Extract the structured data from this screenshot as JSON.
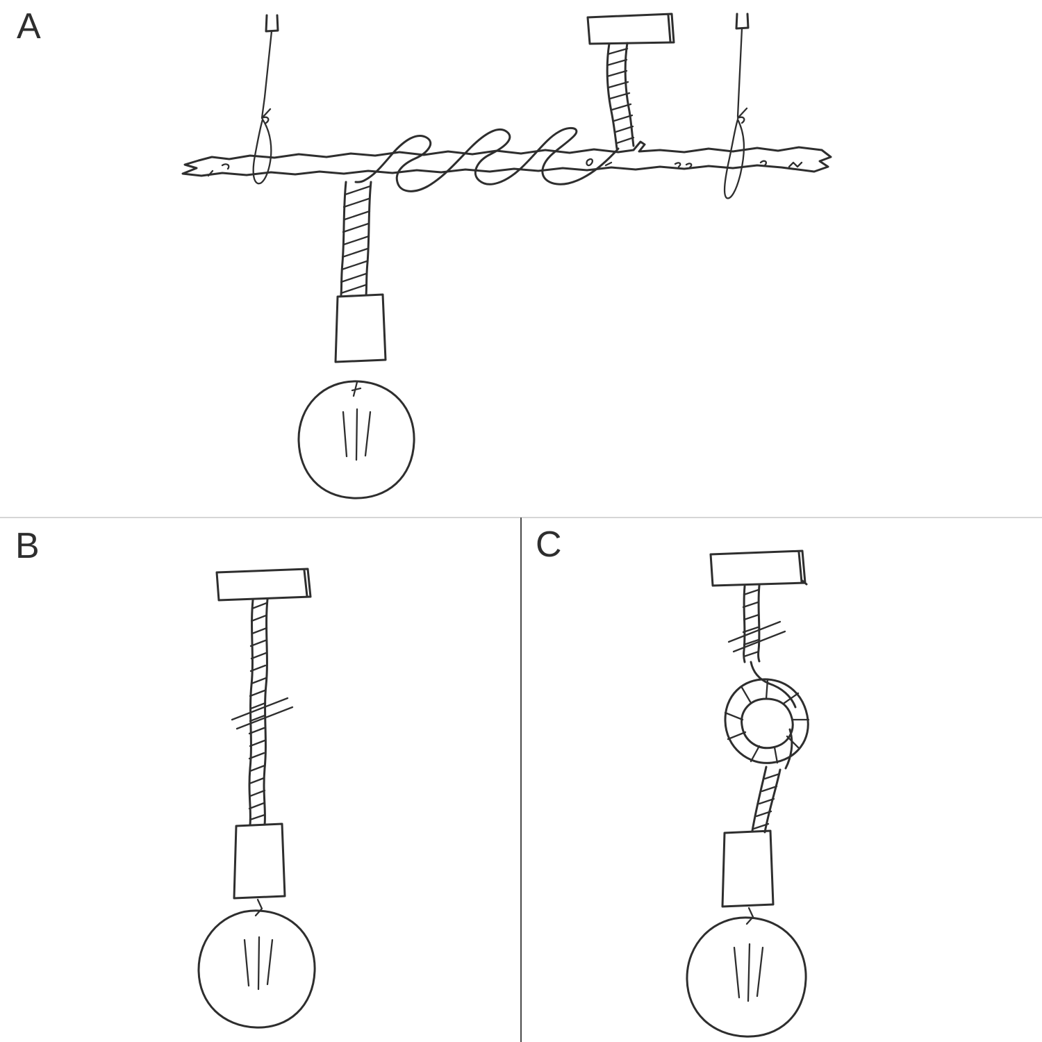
{
  "colors": {
    "background": "#ffffff",
    "ink": "#2e2e2e",
    "divider_horizontal": "#d6d6d6",
    "divider_vertical": "#4a4a4a"
  },
  "panels": {
    "a": {
      "label": "A"
    },
    "b": {
      "label": "B"
    },
    "c": {
      "label": "C"
    }
  }
}
